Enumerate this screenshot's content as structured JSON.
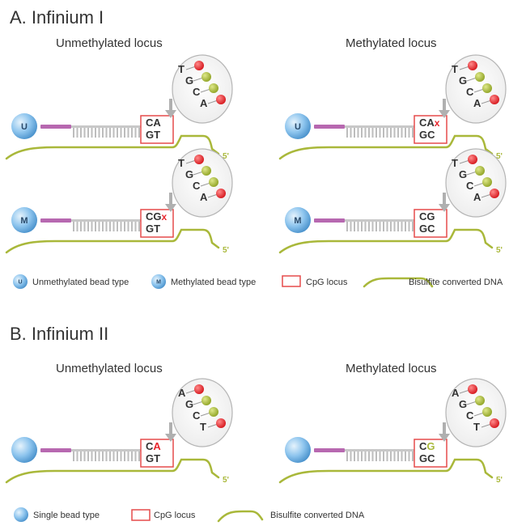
{
  "sections": [
    {
      "title": "A. Infinium I",
      "locus_titles": [
        "Unmethylated locus",
        "Methylated locus"
      ],
      "panels": [
        {
          "bead": "U",
          "seq": [
            "T",
            "G",
            "C",
            "A"
          ],
          "dots": [
            "red",
            "green",
            "green",
            "red"
          ],
          "locus_top": "CA",
          "locus_top_extra": "",
          "locus_bottom": "GT"
        },
        {
          "bead": "U",
          "seq": [
            "T",
            "G",
            "C",
            "A"
          ],
          "dots": [
            "red",
            "green",
            "green",
            "red"
          ],
          "locus_top": "CA",
          "locus_top_extra": "x",
          "locus_bottom": "GC"
        },
        {
          "bead": "M",
          "seq": [
            "T",
            "G",
            "C",
            "A"
          ],
          "dots": [
            "red",
            "green",
            "green",
            "red"
          ],
          "locus_top": "CG",
          "locus_top_extra": "x",
          "locus_bottom": "GT"
        },
        {
          "bead": "M",
          "seq": [
            "T",
            "G",
            "C",
            "A"
          ],
          "dots": [
            "red",
            "green",
            "green",
            "red"
          ],
          "locus_top": "CG",
          "locus_top_extra": "",
          "locus_bottom": "GC"
        }
      ],
      "legend": {
        "unmethylated_bead_letter": "U",
        "unmethylated_bead_label": "Unmethylated bead type",
        "methylated_bead_letter": "M",
        "methylated_bead_label": "Methylated bead type",
        "cpg_label": "CpG locus",
        "dna_label": "Bisulfite converted DNA"
      }
    },
    {
      "title": "B. Infinium II",
      "locus_titles": [
        "Unmethylated locus",
        "Methylated locus"
      ],
      "panels": [
        {
          "seq": [
            "A",
            "G",
            "C",
            "T"
          ],
          "dots": [
            "red",
            "green",
            "green",
            "red"
          ],
          "locus_top_first": "C",
          "locus_top_second": "A",
          "locus_bottom": "GT"
        },
        {
          "seq": [
            "A",
            "G",
            "C",
            "T"
          ],
          "dots": [
            "red",
            "green",
            "green",
            "red"
          ],
          "locus_top_first": "C",
          "locus_top_second": "G",
          "locus_bottom": "GC"
        }
      ],
      "legend": {
        "bead_label": "Single bead type",
        "cpg_label": "CpG locus",
        "dna_label": "Bisulfite converted DNA"
      }
    }
  ],
  "five_prime": "5'",
  "colors": {
    "red": "#e8262d",
    "green": "#a9b83a",
    "dna": "#a9b83a",
    "linker": "#b768b0",
    "bead": "#6aaee0",
    "locus_box": "#e54b4b",
    "probe": "#c8c8c8",
    "red_letter": "#e8262d",
    "green_letter": "#a9b83a"
  }
}
